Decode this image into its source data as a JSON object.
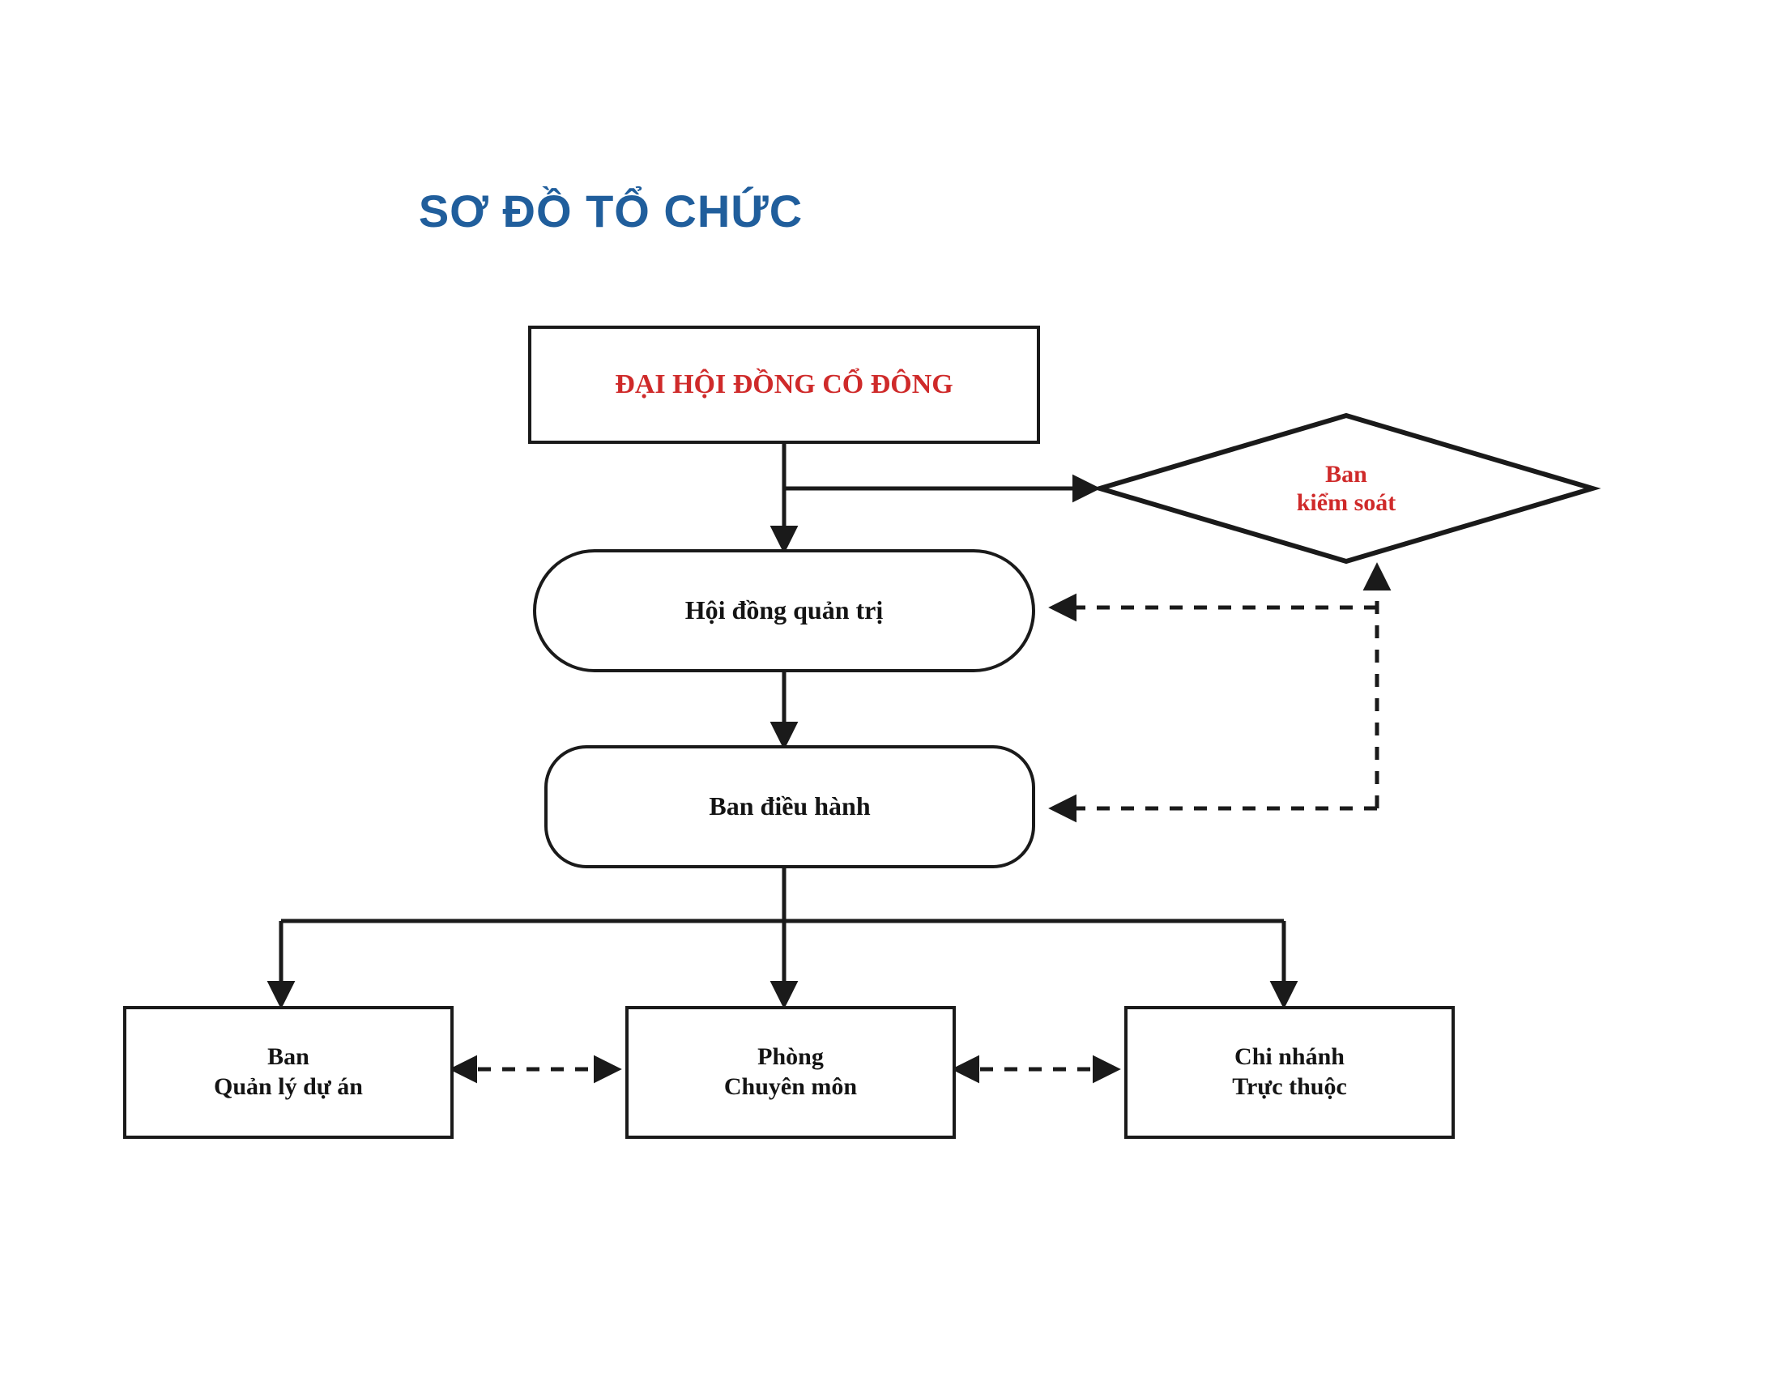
{
  "page": {
    "title": "SƠ ĐỒ TỔ CHỨC",
    "background_color": "#ffffff",
    "title_color": "#205E9C",
    "node_text_red": "#CF2A2A",
    "node_text_black": "#141414",
    "line_color": "#1a1a1a"
  },
  "nodes": {
    "shareholders_meeting": {
      "label": "ĐẠI HỘI ĐỒNG CỔ ĐÔNG",
      "shape": "rectangle",
      "text_color": "#CF2A2A"
    },
    "supervisory_board": {
      "label_line1": "Ban",
      "label_line2": "kiểm soát",
      "shape": "diamond",
      "text_color": "#CF2A2A"
    },
    "board_of_directors": {
      "label": "Hội đồng quản trị",
      "shape": "rounded-rectangle",
      "text_color": "#141414"
    },
    "executive_board": {
      "label": "Ban điều hành",
      "shape": "rounded-rectangle",
      "text_color": "#141414"
    },
    "project_management": {
      "label_line1": "Ban",
      "label_line2": "Quản lý dự án",
      "shape": "rectangle",
      "text_color": "#141414"
    },
    "specialized_department": {
      "label_line1": "Phòng",
      "label_line2": "Chuyên môn",
      "shape": "rectangle",
      "text_color": "#141414"
    },
    "branch": {
      "label_line1": "Chi nhánh",
      "label_line2": "Trực thuộc",
      "shape": "rectangle",
      "text_color": "#141414"
    }
  },
  "connections": [
    {
      "from": "shareholders_meeting",
      "to": "board_of_directors",
      "style": "solid",
      "arrow": "single"
    },
    {
      "from": "shareholders_meeting",
      "to": "supervisory_board",
      "style": "solid",
      "arrow": "single"
    },
    {
      "from": "board_of_directors",
      "to": "executive_board",
      "style": "solid",
      "arrow": "single"
    },
    {
      "from": "supervisory_board",
      "to": "board_of_directors",
      "style": "dashed",
      "arrow": "single"
    },
    {
      "from": "supervisory_board",
      "to": "executive_board",
      "style": "dashed",
      "arrow": "single"
    },
    {
      "from": "executive_board",
      "to": "project_management",
      "style": "solid",
      "arrow": "single"
    },
    {
      "from": "executive_board",
      "to": "specialized_department",
      "style": "solid",
      "arrow": "single"
    },
    {
      "from": "executive_board",
      "to": "branch",
      "style": "solid",
      "arrow": "single"
    },
    {
      "from": "project_management",
      "to": "specialized_department",
      "style": "dashed",
      "arrow": "double"
    },
    {
      "from": "specialized_department",
      "to": "branch",
      "style": "dashed",
      "arrow": "double"
    }
  ]
}
